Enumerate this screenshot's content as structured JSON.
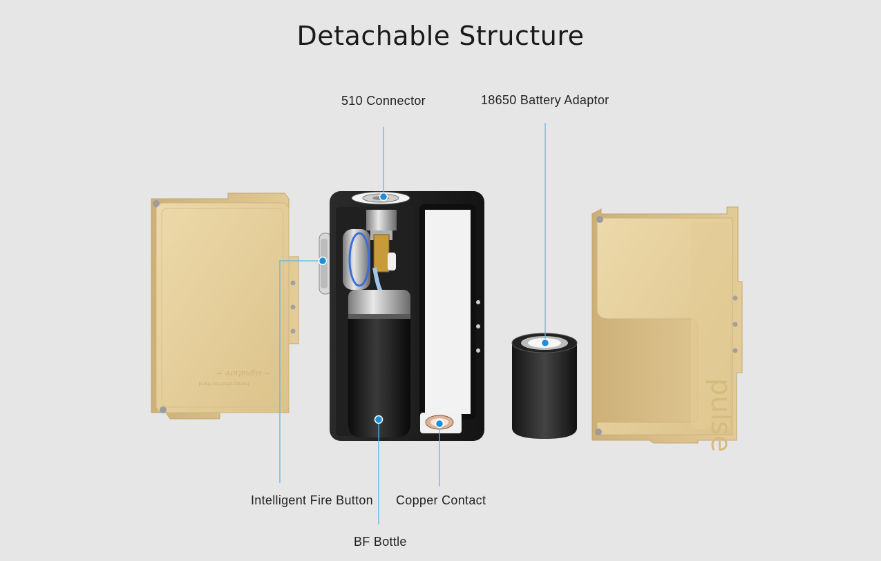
{
  "title": "Detachable Structure",
  "callouts": {
    "connector": "510 Connector",
    "battery_adaptor": "18650 Battery Adaptor",
    "fire_button": "Intelligent Fire Button",
    "copper_contact": "Copper Contact",
    "bf_bottle": "BF Bottle"
  },
  "colors": {
    "background": "#e6e6e6",
    "callout_line": "#5bb8e8",
    "callout_dot": "#1e8fd6",
    "panel_gold": "#e7d3a3",
    "frame_black": "#1b1b1b"
  },
  "logo_text": "pulse"
}
